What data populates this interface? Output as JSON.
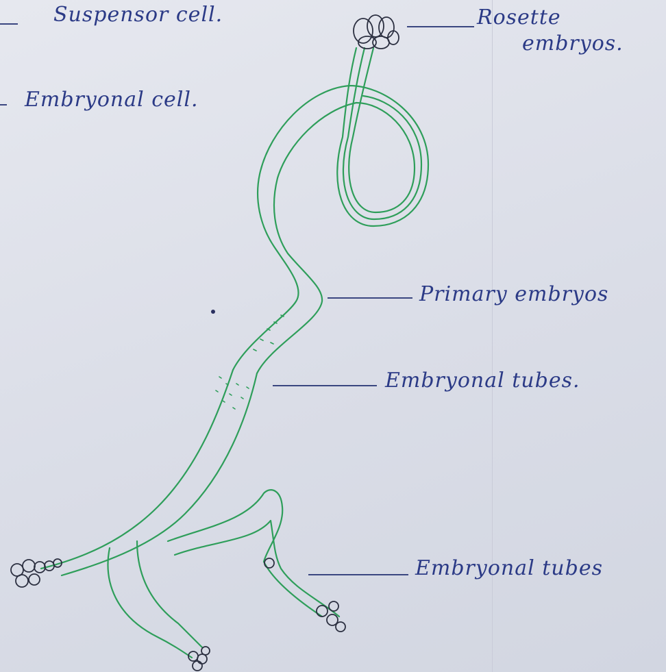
{
  "labels": {
    "suspensor_cell": "Suspensor cell.",
    "embryonal_cell": "Embryonal cell.",
    "rosette_line1": "Rosette",
    "rosette_line2": "embryos.",
    "primary_embryos": "Primary embryos",
    "embryonal_tubes_top": "Embryonal tubes.",
    "embryonal_tubes_bottom": "Embryonal tubes"
  },
  "colors": {
    "ink_blue": "#2b3a86",
    "ink_green": "#2e9e5a",
    "paper": "#dcdfe8"
  }
}
